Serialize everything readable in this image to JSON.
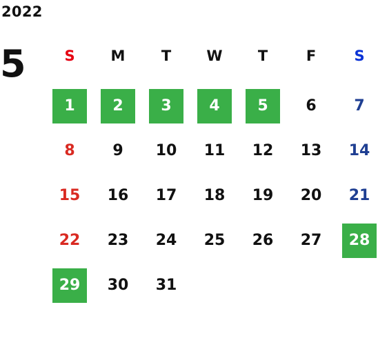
{
  "year": "2022",
  "month": "5",
  "weekdays": [
    "S",
    "M",
    "T",
    "W",
    "T",
    "F",
    "S"
  ],
  "days": [
    "1",
    "2",
    "3",
    "4",
    "5",
    "6",
    "7",
    "8",
    "9",
    "10",
    "11",
    "12",
    "13",
    "14",
    "15",
    "16",
    "17",
    "18",
    "19",
    "20",
    "21",
    "22",
    "23",
    "24",
    "25",
    "26",
    "27",
    "28",
    "29",
    "30",
    "31"
  ],
  "highlighted_days": [
    "1",
    "2",
    "3",
    "4",
    "5",
    "28",
    "29"
  ],
  "colors": {
    "sunday": "#d92a22",
    "saturday": "#1f3f92",
    "weekday": "#111111",
    "highlight_bg": "#3aaf48",
    "highlight_text": "#ffffff"
  }
}
